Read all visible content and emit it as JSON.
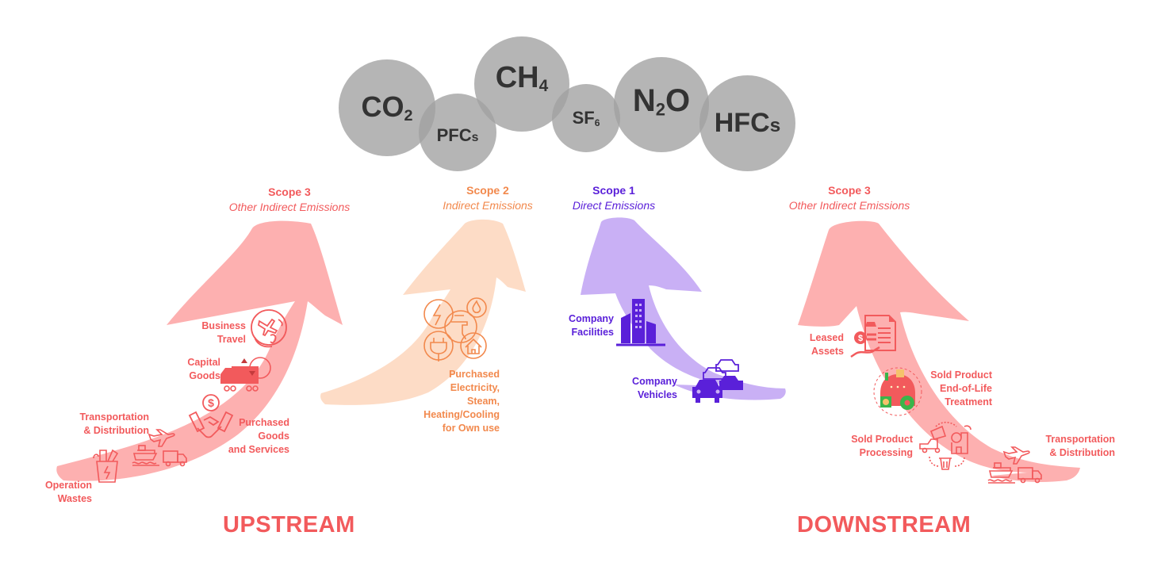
{
  "colors": {
    "scope3": "#f25a5c",
    "scope3_arrow": "#fdb0b0",
    "scope2": "#f2894d",
    "scope2_arrow": "#fddcc6",
    "scope1": "#5a20d9",
    "scope1_arrow": "#c9b0f5",
    "gas_bubble": "#a0a0a0",
    "gas_text": "#333333"
  },
  "gases": [
    {
      "id": "co2",
      "base": "CO",
      "sub": "2",
      "suffix": ""
    },
    {
      "id": "pfcs",
      "base": "PFC",
      "sub": "",
      "suffix": "s"
    },
    {
      "id": "ch4",
      "base": "CH",
      "sub": "4",
      "suffix": ""
    },
    {
      "id": "sf6",
      "base": "SF",
      "sub": "6",
      "suffix": ""
    },
    {
      "id": "n2o",
      "base": "N",
      "sub": "2",
      "suffix": "O"
    },
    {
      "id": "hfcs",
      "base": "HFC",
      "sub": "",
      "suffix": "s"
    }
  ],
  "scopes": {
    "scope3_up": {
      "title": "Scope 3",
      "subtitle": "Other Indirect Emissions"
    },
    "scope2": {
      "title": "Scope 2",
      "subtitle": "Indirect Emissions"
    },
    "scope1": {
      "title": "Scope 1",
      "subtitle": "Direct Emissions"
    },
    "scope3_down": {
      "title": "Scope 3",
      "subtitle": "Other Indirect Emissions"
    }
  },
  "upstream": {
    "heading": "UPSTREAM",
    "items": {
      "business_travel": [
        "Business",
        "Travel"
      ],
      "capital_goods": [
        "Capital",
        "Goods"
      ],
      "transportation": [
        "Transportation",
        "& Distribution"
      ],
      "purchased_goods": [
        "Purchased",
        "Goods",
        "and Services"
      ],
      "operation_wastes": [
        "Operation",
        "Wastes"
      ]
    }
  },
  "scope2_items": {
    "purchased_energy": [
      "Purchased",
      "Electricity,",
      "Steam,",
      "Heating/Cooling",
      "for Own use"
    ]
  },
  "scope1_items": {
    "facilities": [
      "Company",
      "Facilities"
    ],
    "vehicles": [
      "Company",
      "Vehicles"
    ]
  },
  "downstream": {
    "heading": "DOWNSTREAM",
    "items": {
      "leased_assets": [
        "Leased",
        "Assets"
      ],
      "end_of_life": [
        "Sold Product",
        "End-of-Life",
        "Treatment"
      ],
      "processing": [
        "Sold Product",
        "Processing"
      ],
      "transportation": [
        "Transportation",
        "& Distribution"
      ]
    }
  }
}
